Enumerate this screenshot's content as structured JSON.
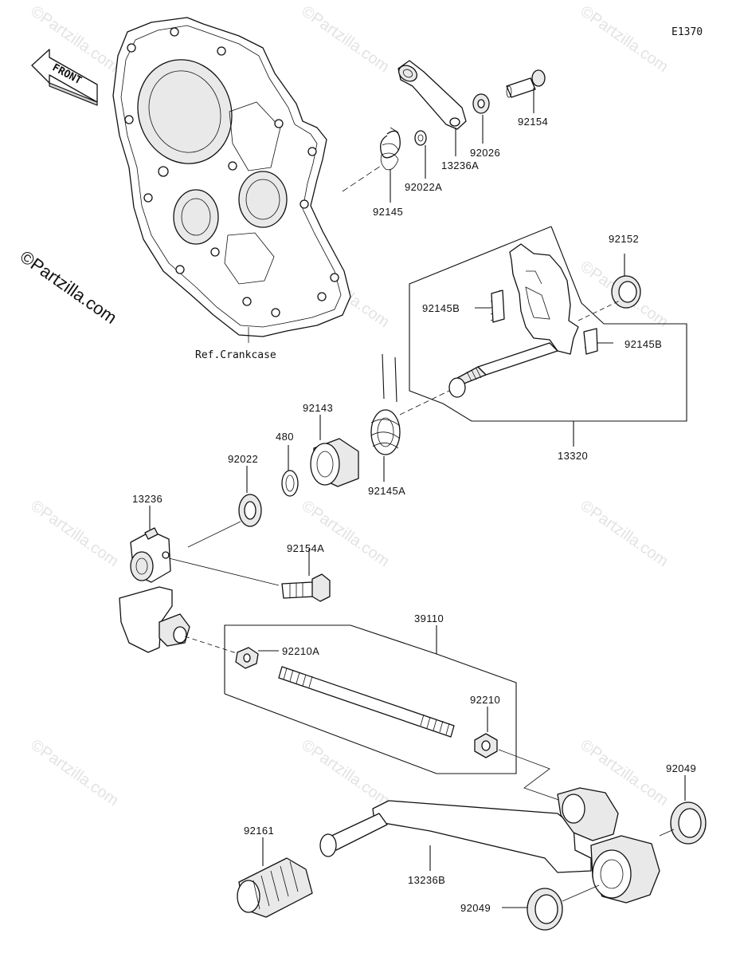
{
  "diagram_code": "E1370",
  "watermark": "©Partzilla.com",
  "brand_mark": "©Partzilla.com",
  "front_arrow_label": "FRONT",
  "reference_label": "Ref.Crankcase",
  "parts": {
    "p92154": "92154",
    "p92026": "92026",
    "p13236A": "13236A",
    "p92022A": "92022A",
    "p92145": "92145",
    "p92152": "92152",
    "p92145B_1": "92145B",
    "p92145B_2": "92145B",
    "p92143": "92143",
    "p480": "480",
    "p92145A": "92145A",
    "p13320": "13320",
    "p92022": "92022",
    "p13236": "13236",
    "p92154A": "92154A",
    "p39110": "39110",
    "p92210A": "92210A",
    "p92210": "92210",
    "p92049_1": "92049",
    "p92161": "92161",
    "p13236B": "13236B",
    "p92049_2": "92049"
  }
}
